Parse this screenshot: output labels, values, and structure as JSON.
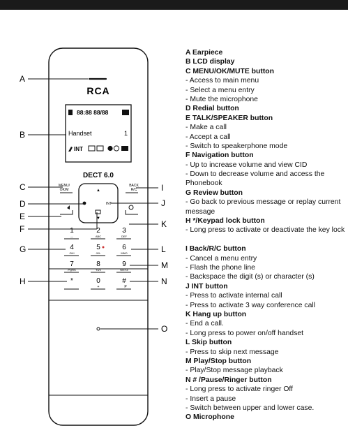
{
  "phone": {
    "brand": "RCA",
    "lcd": {
      "status_line": "88:88 88/88",
      "name": "Handset",
      "number": "1",
      "icon_row": "INT"
    },
    "model": "DECT 6.0",
    "keys": {
      "menu": "MENU/\nOK/M",
      "back": "BACK\nR/C",
      "int": "INT",
      "nav_up": "▲",
      "nav_down": "▼",
      "k1": "1",
      "k1s": "—",
      "k2": "2",
      "k2s": "ABC",
      "k3": "3",
      "k3s": "DEF",
      "k4": "4",
      "k4s": "GHI",
      "k5": "5",
      "k5s": "JKL",
      "k6": "6",
      "k6s": "MNO",
      "k7": "7",
      "k7s": "PQRS",
      "k8": "8",
      "k8s": "TUV",
      "k9": "9",
      "k9s": "WXYZ",
      "kstar": "*",
      "k0": "0",
      "k0s": "+",
      "khash": "#",
      "khashs": "P"
    },
    "callouts": [
      "A",
      "B",
      "C",
      "D",
      "E",
      "F",
      "G",
      "H",
      "I",
      "J",
      "K",
      "L",
      "M",
      "N",
      "O"
    ]
  },
  "legend": [
    {
      "text": "A  Earpiece",
      "head": true
    },
    {
      "text": "B  LCD display",
      "head": true
    },
    {
      "text": "C  MENU/OK/MUTE button",
      "head": true
    },
    {
      "text": "- Access to main menu"
    },
    {
      "text": "- Select a menu entry"
    },
    {
      "text": "- Mute the microphone"
    },
    {
      "text": "D  Redial button",
      "head": true
    },
    {
      "text": "E  TALK/SPEAKER button",
      "head": true
    },
    {
      "text": "- Make a call"
    },
    {
      "text": "- Accept a call"
    },
    {
      "text": "- Switch to speakerphone mode"
    },
    {
      "text": "F  Navigation button",
      "head": true
    },
    {
      "text": "- Up to increase volume and view CID"
    },
    {
      "text": "- Down to decrease volume and access the Phonebook",
      "wrap": true
    },
    {
      "text": "G  Review button",
      "head": true
    },
    {
      "text": "-   Go back to previous message or replay current message",
      "wrap": true
    },
    {
      "text": "H  */Keypad lock button",
      "head": true
    },
    {
      "text": "- Long press to activate or deactivate the key lock",
      "wrap": true
    },
    {
      "text": "I  Back/R/C button",
      "head": true
    },
    {
      "text": "- Cancel a menu entry"
    },
    {
      "text": "- Flash the phone line"
    },
    {
      "text": "- Backspace the digit (s) or character (s)"
    },
    {
      "text": "J  INT button",
      "head": true
    },
    {
      "text": "- Press to activate internal call"
    },
    {
      "text": "- Press to activate 3 way conference call"
    },
    {
      "text": "K  Hang up button",
      "head": true
    },
    {
      "text": "- End a call."
    },
    {
      "text": "- Long press to power on/off handset"
    },
    {
      "text": "L  Skip button",
      "head": true
    },
    {
      "text": "-  Press to skip next message"
    },
    {
      "text": "M  Play/Stop button",
      "head": true
    },
    {
      "text": "- Play/Stop message playback"
    },
    {
      "text": "N  # /Pause/Ringer button",
      "head": true
    },
    {
      "text": "- Long press to activate ringer Off"
    },
    {
      "text": "- Insert a pause"
    },
    {
      "text": "- Switch between upper and lower case."
    },
    {
      "text": "O  Microphone",
      "head": true
    }
  ]
}
